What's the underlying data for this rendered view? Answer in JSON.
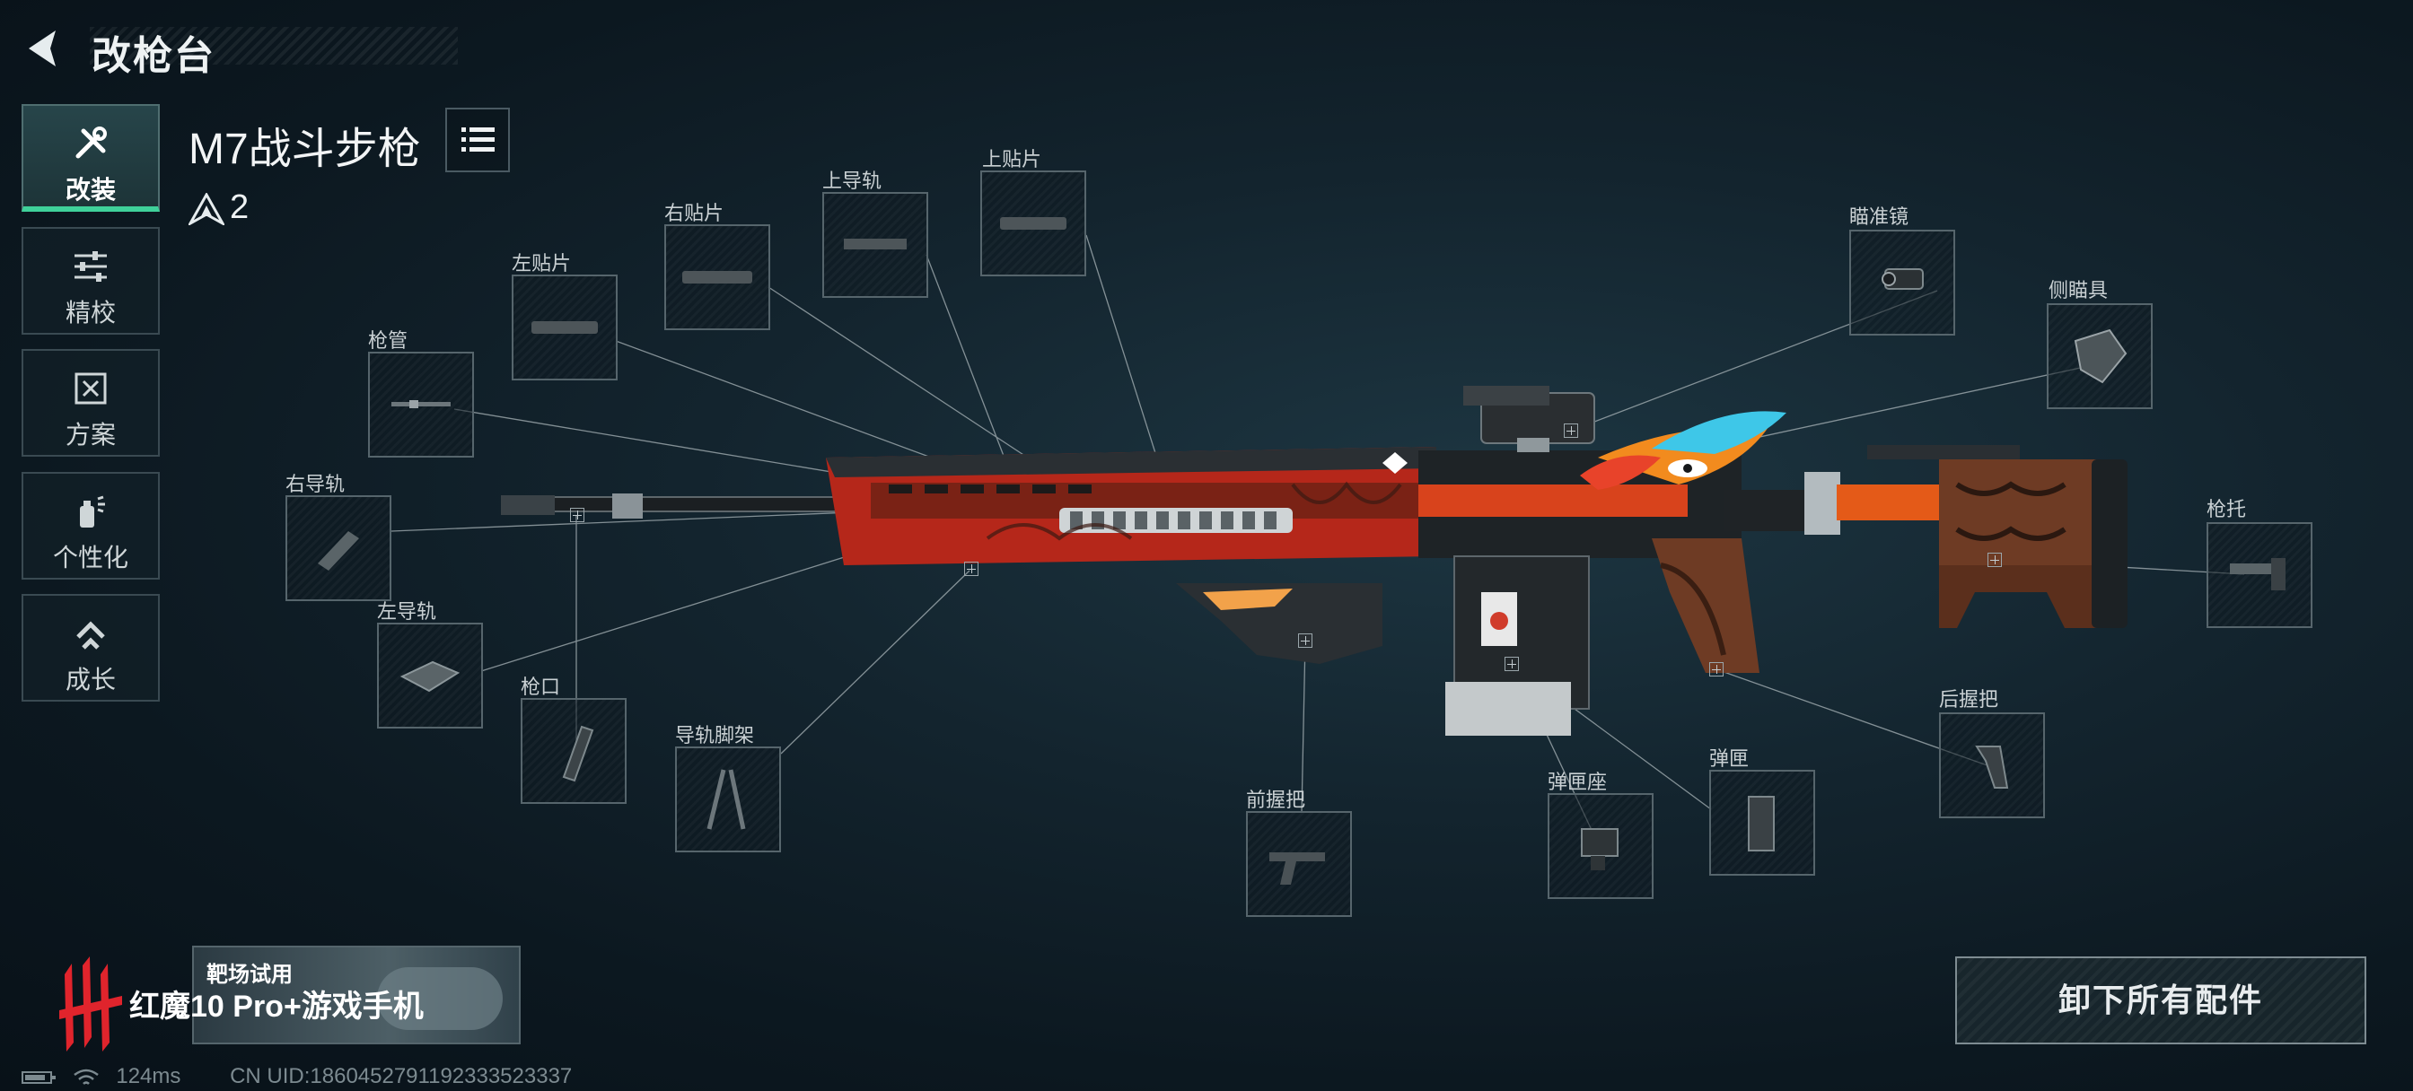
{
  "header": {
    "title": "改枪台"
  },
  "tabs": [
    {
      "label": "改装",
      "icon": "wrench-screwdriver-icon",
      "active": true
    },
    {
      "label": "精校",
      "icon": "sliders-icon",
      "active": false
    },
    {
      "label": "方案",
      "icon": "blueprint-icon",
      "active": false
    },
    {
      "label": "个性化",
      "icon": "spray-can-icon",
      "active": false
    },
    {
      "label": "成长",
      "icon": "rank-up-icon",
      "active": false
    }
  ],
  "weapon": {
    "name": "M7战斗步枪",
    "level": "2",
    "list_icon": "list-icon"
  },
  "slots": {
    "barrel": "枪管",
    "left_panel": "左贴片",
    "right_panel": "右贴片",
    "top_rail": "上导轨",
    "top_panel": "上贴片",
    "right_rail": "右导轨",
    "left_rail": "左导轨",
    "muzzle": "枪口",
    "rail_bipod": "导轨脚架",
    "foregrip": "前握把",
    "mag_well": "弹匣座",
    "magazine": "弹匣",
    "scope": "瞄准镜",
    "side_sight": "侧瞄具",
    "stock": "枪托",
    "rear_grip": "后握把"
  },
  "actions": {
    "strip_all": "卸下所有配件"
  },
  "promo": {
    "title": "靶场试用"
  },
  "brand": {
    "text": "红魔10 Pro+游戏手机"
  },
  "status": {
    "ping": "124ms",
    "uid": "CN UID:1860452791192333523337"
  },
  "colors": {
    "accent_green": "#3fd19a",
    "gun_red": "#c8321e",
    "panel_border": "#56656c"
  }
}
